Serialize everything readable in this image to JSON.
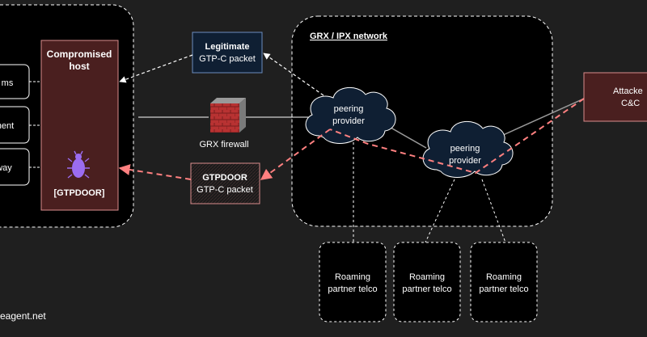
{
  "compromised_host": {
    "title_line1": "Compromised",
    "title_line2": "host",
    "badge": "[GTPDOOR]"
  },
  "left_items": [
    {
      "label": "ms"
    },
    {
      "label": "ment"
    },
    {
      "label": "way"
    }
  ],
  "legit_packet": {
    "line1": "Legitimate",
    "line2": "GTP-C packet"
  },
  "firewall": {
    "label": "GRX firewall"
  },
  "gtpdoor_packet": {
    "line1": "GTPDOOR",
    "line2": "GTP-C packet"
  },
  "grx_network": {
    "title": "GRX / IPX network"
  },
  "peering_1": {
    "line1": "peering",
    "line2": "provider"
  },
  "peering_2": {
    "line1": "peering",
    "line2": "provider"
  },
  "attacker": {
    "line1": "Attacke",
    "line2": "C&C"
  },
  "roaming": [
    {
      "line1": "Roaming",
      "line2": "partner telco"
    },
    {
      "line1": "Roaming",
      "line2": "partner telco"
    },
    {
      "line1": "Roaming",
      "line2": "partner telco"
    }
  ],
  "footer": {
    "text": "eagent.net"
  },
  "colors": {
    "background": "#1f1f1f",
    "panel": "#000000",
    "host_fill": "#4a1f1f",
    "host_stroke": "#d98c8c",
    "malicious_line": "#ff8080",
    "cloud_fill": "#0f1f33",
    "legit_box_fill": "#0f1f33",
    "legit_box_stroke": "#6c8ebf",
    "bug": "#9b6cf0"
  }
}
